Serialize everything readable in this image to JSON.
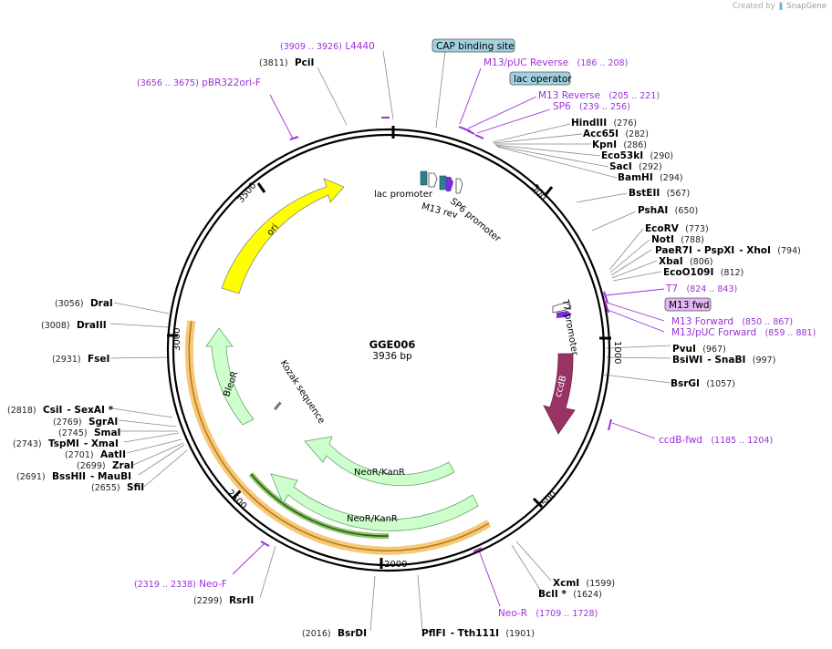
{
  "credit": {
    "prefix": "Created by",
    "brand": "SnapGene"
  },
  "plasmid": {
    "name": "GGE006",
    "size_label": "3936 bp"
  },
  "ticks": [
    "500",
    "1000",
    "1500",
    "2000",
    "2500",
    "3000",
    "3500"
  ],
  "features": {
    "ori": "ori",
    "ccdB": "ccdB",
    "BleoR": "BleoR",
    "NeoR1": "NeoR/KanR",
    "NeoR2": "NeoR/KanR",
    "lac_promoter": "lac promoter",
    "M13_rev": "M13 rev",
    "SP6_promoter": "SP6 promoter",
    "T7_promoter": "T7 promoter",
    "Kozak": "Kozak sequence"
  },
  "boxed_labels": {
    "cap": "CAP binding site",
    "lacop": "lac operator",
    "m13fwd": "M13 fwd"
  },
  "sites": {
    "PciI": {
      "name": "PciI",
      "pos": "(3811)"
    },
    "HindIII": {
      "name": "HindIII",
      "pos": "(276)"
    },
    "Acc65I": {
      "name": "Acc65I",
      "pos": "(282)"
    },
    "KpnI": {
      "name": "KpnI",
      "pos": "(286)"
    },
    "Eco53kI": {
      "name": "Eco53kI",
      "pos": "(290)"
    },
    "SacI": {
      "name": "SacI",
      "pos": "(292)"
    },
    "BamHI": {
      "name": "BamHI",
      "pos": "(294)"
    },
    "BstEII": {
      "name": "BstEII",
      "pos": "(567)"
    },
    "PshAI": {
      "name": "PshAI",
      "pos": "(650)"
    },
    "EcoRV": {
      "name": "EcoRV",
      "pos": "(773)"
    },
    "NotI": {
      "name": "NotI",
      "pos": "(788)"
    },
    "PaeR7I": {
      "name": "PaeR7I",
      "sep1": "- PspXI",
      "sep2": "- XhoI",
      "pos": "(794)"
    },
    "XbaI": {
      "name": "XbaI",
      "pos": "(806)"
    },
    "EcoO109I": {
      "name": "EcoO109I",
      "pos": "(812)"
    },
    "PvuI": {
      "name": "PvuI",
      "pos": "(967)"
    },
    "BsiWI": {
      "name": "BsiWI",
      "sep": "- SnaBI",
      "pos": "(997)"
    },
    "BsrGI": {
      "name": "BsrGI",
      "pos": "(1057)"
    },
    "XcmI": {
      "name": "XcmI",
      "pos": "(1599)"
    },
    "BclI": {
      "name": "BclI *",
      "pos": "(1624)"
    },
    "PflFI": {
      "name": "PflFI",
      "sep": "- Tth111I",
      "pos": "(1901)"
    },
    "BsrDI": {
      "name": "BsrDI",
      "pos": "(2016)"
    },
    "RsrII": {
      "name": "RsrII",
      "pos": "(2299)"
    },
    "SfiI": {
      "name": "SfiI",
      "pos": "(2655)"
    },
    "BssHII": {
      "name": "BssHII",
      "sep": "- MauBI",
      "pos": "(2691)"
    },
    "ZraI": {
      "name": "ZraI",
      "pos": "(2699)"
    },
    "AatII": {
      "name": "AatII",
      "pos": "(2701)"
    },
    "TspMI": {
      "name": "TspMI",
      "sep": "- XmaI",
      "pos": "(2743)"
    },
    "SmaI": {
      "name": "SmaI",
      "pos": "(2745)"
    },
    "SgrAI": {
      "name": "SgrAI",
      "pos": "(2769)"
    },
    "CsiI": {
      "name": "CsiI",
      "sep": "- SexAI *",
      "pos": "(2818)"
    },
    "FseI": {
      "name": "FseI",
      "pos": "(2931)"
    },
    "DraIII": {
      "name": "DraIII",
      "pos": "(3008)"
    },
    "DraI": {
      "name": "DraI",
      "pos": "(3056)"
    }
  },
  "primers": {
    "L4440": {
      "name": "L4440",
      "range": "(3909 .. 3926)"
    },
    "pBR322ori": {
      "name": "pBR322ori-F",
      "range": "(3656 .. 3675)"
    },
    "M13pUCRev": {
      "name": "M13/pUC Reverse",
      "range": "(186 .. 208)"
    },
    "M13Rev": {
      "name": "M13 Reverse",
      "range": "(205 .. 221)"
    },
    "SP6": {
      "name": "SP6",
      "range": "(239 .. 256)"
    },
    "T7": {
      "name": "T7",
      "range": "(824 .. 843)"
    },
    "M13Fwd": {
      "name": "M13 Forward",
      "range": "(850 .. 867)"
    },
    "M13pUCFwd": {
      "name": "M13/pUC Forward",
      "range": "(859 .. 881)"
    },
    "ccdBfwd": {
      "name": "ccdB-fwd",
      "range": "(1185 .. 1204)"
    },
    "NeoR": {
      "name": "Neo-R",
      "range": "(1709 .. 1728)"
    },
    "NeoF": {
      "name": "Neo-F",
      "range": "(2319 .. 2338)"
    }
  },
  "colors": {
    "backbone": "#000000",
    "ori": "#ffff00",
    "ccdB": "#993366",
    "resistance": "#ccffcc",
    "highlight": "#f7d08a",
    "primer": "#9b30d8",
    "boxed_bg": "#9fd1e0",
    "m13fwd_bg": "#e3b6f3"
  }
}
